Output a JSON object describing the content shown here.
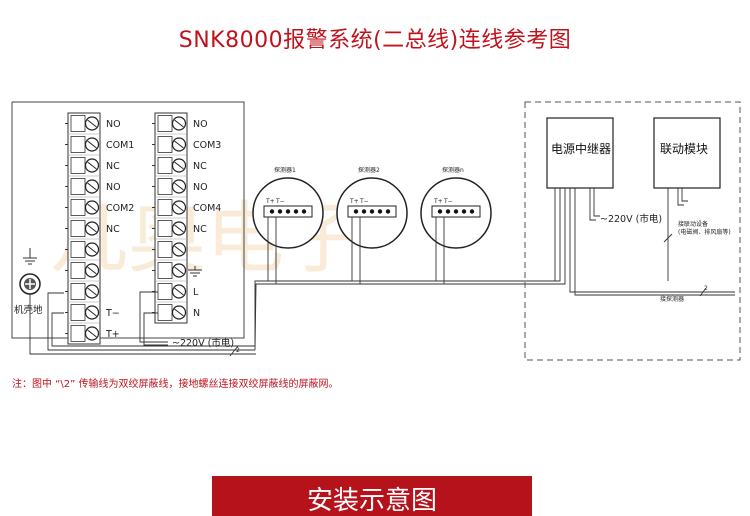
{
  "title": "SNK8000报警系统(二总线)连线参考图",
  "watermark": "凡奥电子",
  "left_terminals": [
    "NO",
    "COM1",
    "NC",
    "NO",
    "COM2",
    "NC",
    "",
    "",
    "",
    "T−",
    "T+"
  ],
  "right_terminals": [
    "NO",
    "COM3",
    "NC",
    "NO",
    "COM4",
    "NC",
    "",
    "",
    "L",
    "N"
  ],
  "ground_label": "机壳地",
  "power_label": "~220V (市电)",
  "detectors": [
    "探测器1",
    "探测器2",
    "探测器n"
  ],
  "detector_pins": [
    "T+",
    "T−"
  ],
  "power_relay": "电源中继器",
  "link_module": "联动模块",
  "relay_power_label": "~220V (市电)",
  "link_device_label": "接联动设备",
  "link_device_sub": "(电磁阀、排风扇等)",
  "detector_conn_label": "接探测器",
  "wire_mark": "2",
  "note": "注：图中 “\\2” 传输线为双绞屏蔽线，接地螺丝连接双绞屏蔽线的屏蔽网。",
  "banner": "安装示意图",
  "colors": {
    "accent": "#c1121b",
    "banner_bg": "#b5121b",
    "line": "#333333"
  }
}
